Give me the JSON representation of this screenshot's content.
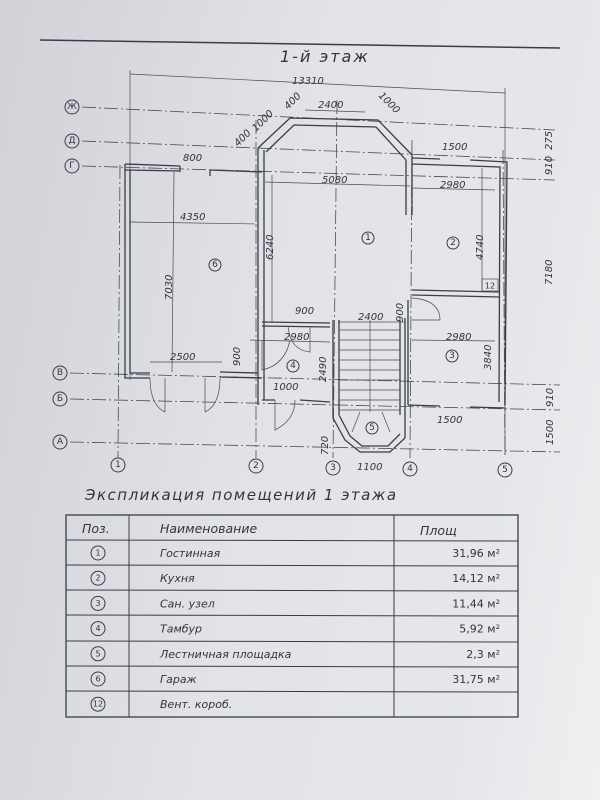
{
  "floor_title": "1-й этаж",
  "axes": {
    "rows": [
      "Ж",
      "Д",
      "Г",
      "В",
      "Б",
      "А"
    ],
    "cols": [
      "1",
      "2",
      "3",
      "4",
      "5"
    ]
  },
  "dimensions": {
    "overall_width": "13310",
    "bay_left_a": "400",
    "bay_left_b": "1000",
    "bay_left_c": "400",
    "bay_top": "2400",
    "bay_right": "1000",
    "window_garage": "800",
    "kitchen_window": "1500",
    "living_width": "5080",
    "kitchen_width": "2980",
    "garage_width": "4350",
    "living_depth": "6240",
    "garage_depth": "7030",
    "kitchen_depth": "4740",
    "right_275": "275",
    "right_910_top": "910",
    "total_depth": "7180",
    "door_900_a": "900",
    "vest_width": "2980",
    "door_900_b": "900",
    "stair_width": "2400",
    "door_900_c": "900",
    "bath_width": "2980",
    "bath_depth": "3840",
    "garage_door": "2500",
    "entry_door": "1000",
    "vest_depth": "2490",
    "right_910_bottom": "910",
    "right_1500": "1500",
    "bath_window": "1500",
    "landing_720": "720",
    "landing_1100": "1100"
  },
  "room_markers": [
    "1",
    "2",
    "3",
    "4",
    "5",
    "6",
    "12"
  ],
  "explication": {
    "title": "Экспликация помещений 1 этажа",
    "headers": [
      "Поз.",
      "Наименование",
      "Площ"
    ],
    "rows": [
      {
        "pos": "1",
        "name": "Гостинная",
        "area": "31,96 м²"
      },
      {
        "pos": "2",
        "name": "Кухня",
        "area": "14,12 м²"
      },
      {
        "pos": "3",
        "name": "Сан. узел",
        "area": "11,44 м²"
      },
      {
        "pos": "4",
        "name": "Тамбур",
        "area": "5,92 м²"
      },
      {
        "pos": "5",
        "name": "Лестничная площадка",
        "area": "2,3 м²"
      },
      {
        "pos": "6",
        "name": "Гараж",
        "area": "31,75 м²"
      },
      {
        "pos": "12",
        "name": "Вент. короб.",
        "area": ""
      }
    ]
  },
  "colors": {
    "paper": "#e2e3e7",
    "ink": "#3b3c48"
  }
}
